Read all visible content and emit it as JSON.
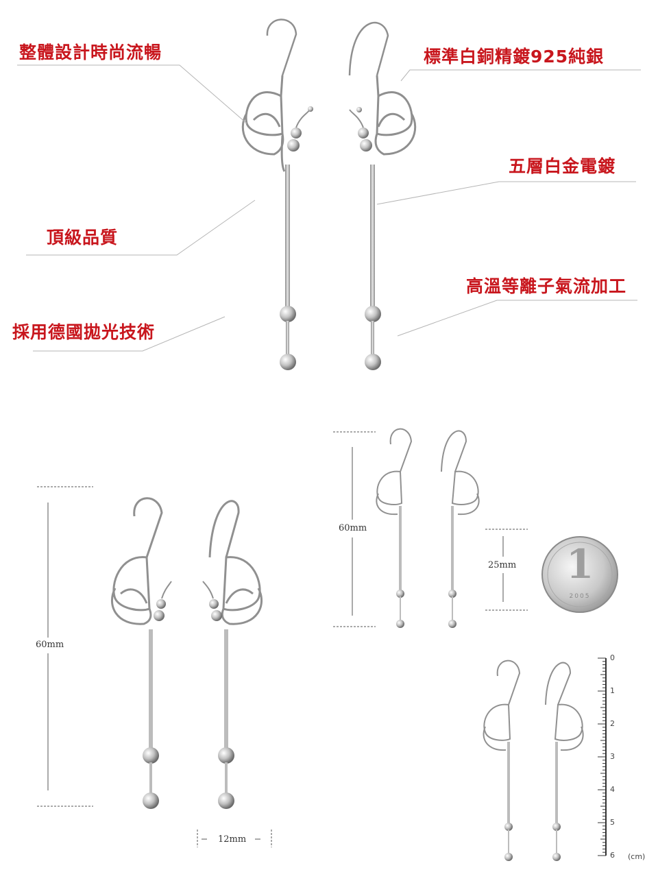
{
  "features": {
    "overall_design": "整體設計時尚流暢",
    "material": "標準白銅精鍍925純銀",
    "plating": "五層白金電鍍",
    "quality": "頂級品質",
    "process": "高溫等離子氣流加工",
    "polish": "採用德國拋光技術"
  },
  "dimensions": {
    "length_main": "60mm",
    "width_main": "12mm",
    "length_coin": "60mm",
    "coin_size": "25mm"
  },
  "coin": {
    "denomination": "1",
    "year": "2005"
  },
  "ruler": {
    "marks": [
      "0",
      "1",
      "2",
      "3",
      "4",
      "5",
      "6"
    ],
    "unit": "(cm)"
  },
  "colors": {
    "label_red": "#c8161d",
    "silver": "#9a9a9a",
    "leader_line": "#b5b5b5"
  }
}
